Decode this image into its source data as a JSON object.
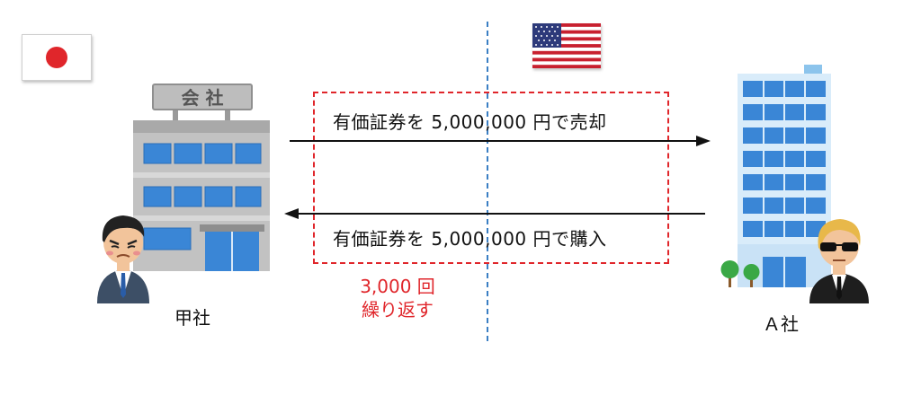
{
  "flags": {
    "left": "japan-flag",
    "right": "usa-flag"
  },
  "colors": {
    "accent_red": "#e0262b",
    "divider_blue": "#3b7fc4",
    "building_blue": "#3a86d6"
  },
  "company_a": {
    "sign": "会 社",
    "label": "甲社"
  },
  "company_b": {
    "label": "Ａ社"
  },
  "transactions": {
    "sell": "有価証券を 5,000,000 円で売却",
    "buy": "有価証券を 5,000,000 円で購入"
  },
  "repeat": {
    "count": "3,000 回",
    "text": "繰り返す"
  }
}
